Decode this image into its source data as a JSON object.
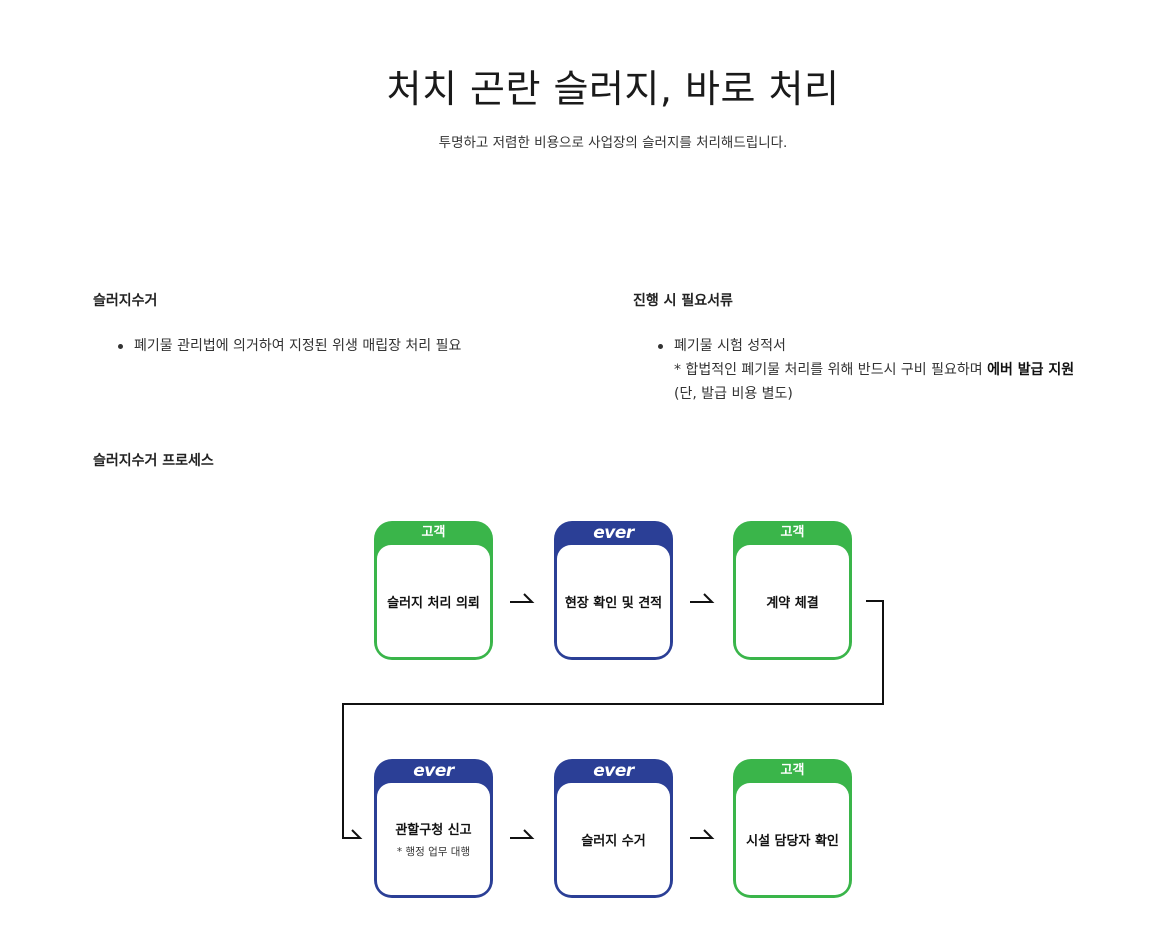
{
  "hero": {
    "title": "처치 곤란 슬러지, 바로 처리",
    "subtitle": "투명하고 저렴한 비용으로 사업장의 슬러지를 처리해드립니다."
  },
  "collection": {
    "heading": "슬러지수거",
    "items": [
      "폐기물 관리법에 의거하여 지정된 위생 매립장 처리 필요"
    ]
  },
  "documents": {
    "heading": "진행 시 필요서류",
    "item": "폐기물 시험 성적서",
    "note_prefix": "* 합법적인 폐기물 처리를 위해 반드시 구비 필요하며 ",
    "note_bold": "에버 발급 지원",
    "note_suffix": "(단, 발급 비용 별도)"
  },
  "process": {
    "heading": "슬러지수거 프로세스",
    "steps": [
      {
        "tag": "고객",
        "label": "슬러지 처리 의뢰",
        "sub": "",
        "color": "#3ab54a"
      },
      {
        "tag": "ever",
        "label": "현장 확인 및 견적",
        "sub": "",
        "color": "#2b3f96"
      },
      {
        "tag": "고객",
        "label": "계약 체결",
        "sub": "",
        "color": "#3ab54a"
      },
      {
        "tag": "ever",
        "label": "관할구청 신고",
        "sub": "* 행정 업무 대행",
        "color": "#2b3f96"
      },
      {
        "tag": "ever",
        "label": "슬러지 수거",
        "sub": "",
        "color": "#2b3f96"
      },
      {
        "tag": "고객",
        "label": "시설 담당자 확인",
        "sub": "",
        "color": "#3ab54a"
      }
    ]
  }
}
